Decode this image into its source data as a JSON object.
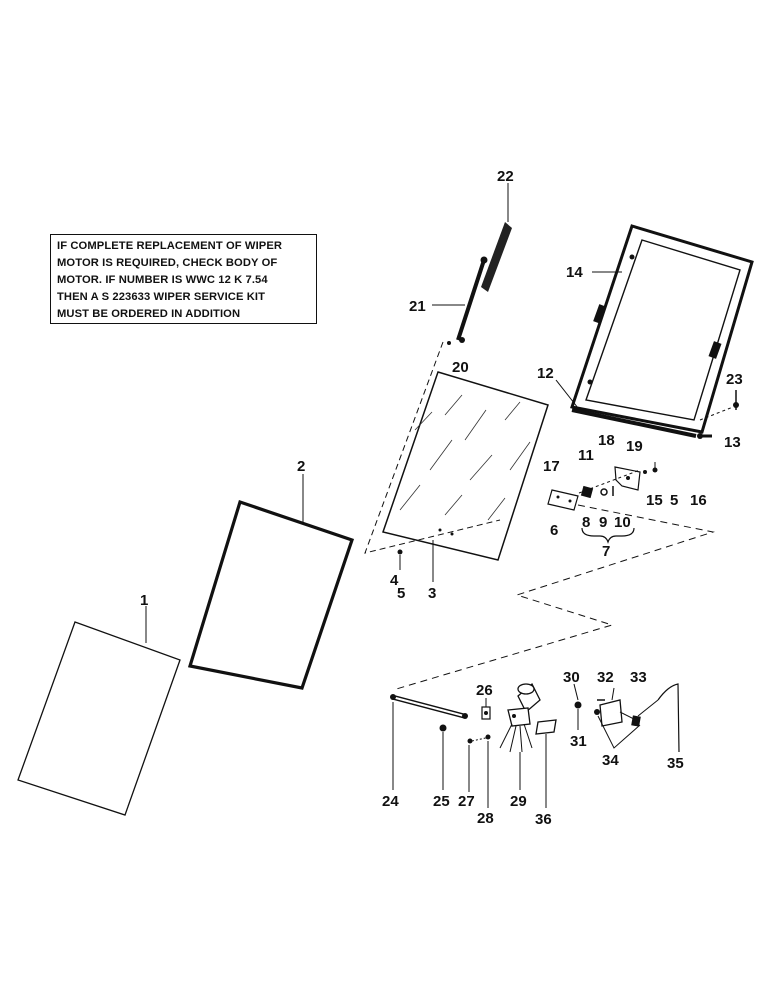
{
  "note": {
    "lines": [
      "IF COMPLETE REPLACEMENT OF WIPER",
      "MOTOR IS REQUIRED, CHECK BODY OF",
      "MOTOR.  IF NUMBER IS WWC 12 K 7.54",
      "THEN A S 223633 WIPER SERVICE KIT",
      "MUST BE ORDERED IN ADDITION"
    ]
  },
  "callouts": {
    "c1": "1",
    "c2": "2",
    "c3": "3",
    "c4": "4",
    "c5a": "5",
    "c5b": "5",
    "c6": "6",
    "c7": "7",
    "c8": "8",
    "c9": "9",
    "c10": "10",
    "c11": "11",
    "c12": "12",
    "c13": "13",
    "c14": "14",
    "c15": "15",
    "c16": "16",
    "c17": "17",
    "c18": "18",
    "c19": "19",
    "c20": "20",
    "c21": "21",
    "c22": "22",
    "c23": "23",
    "c24": "24",
    "c25": "25",
    "c26": "26",
    "c27": "27",
    "c28": "28",
    "c29": "29",
    "c30": "30",
    "c31": "31",
    "c32": "32",
    "c33": "33",
    "c34": "34",
    "c35": "35",
    "c36": "36"
  }
}
